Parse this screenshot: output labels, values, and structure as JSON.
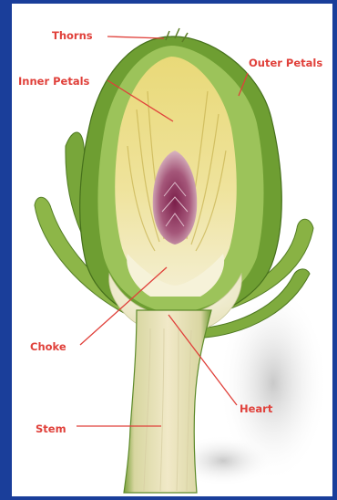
{
  "colors": {
    "frame_border": "#1a3e9a",
    "label_text": "#e0403a",
    "leader_line": "#e0403a"
  },
  "image": {
    "subject": "artichoke cross-section"
  },
  "labels": {
    "thorns": "Thorns",
    "inner_petals": "Inner Petals",
    "outer_petals": "Outer Petals",
    "choke": "Choke",
    "heart": "Heart",
    "stem": "Stem"
  }
}
